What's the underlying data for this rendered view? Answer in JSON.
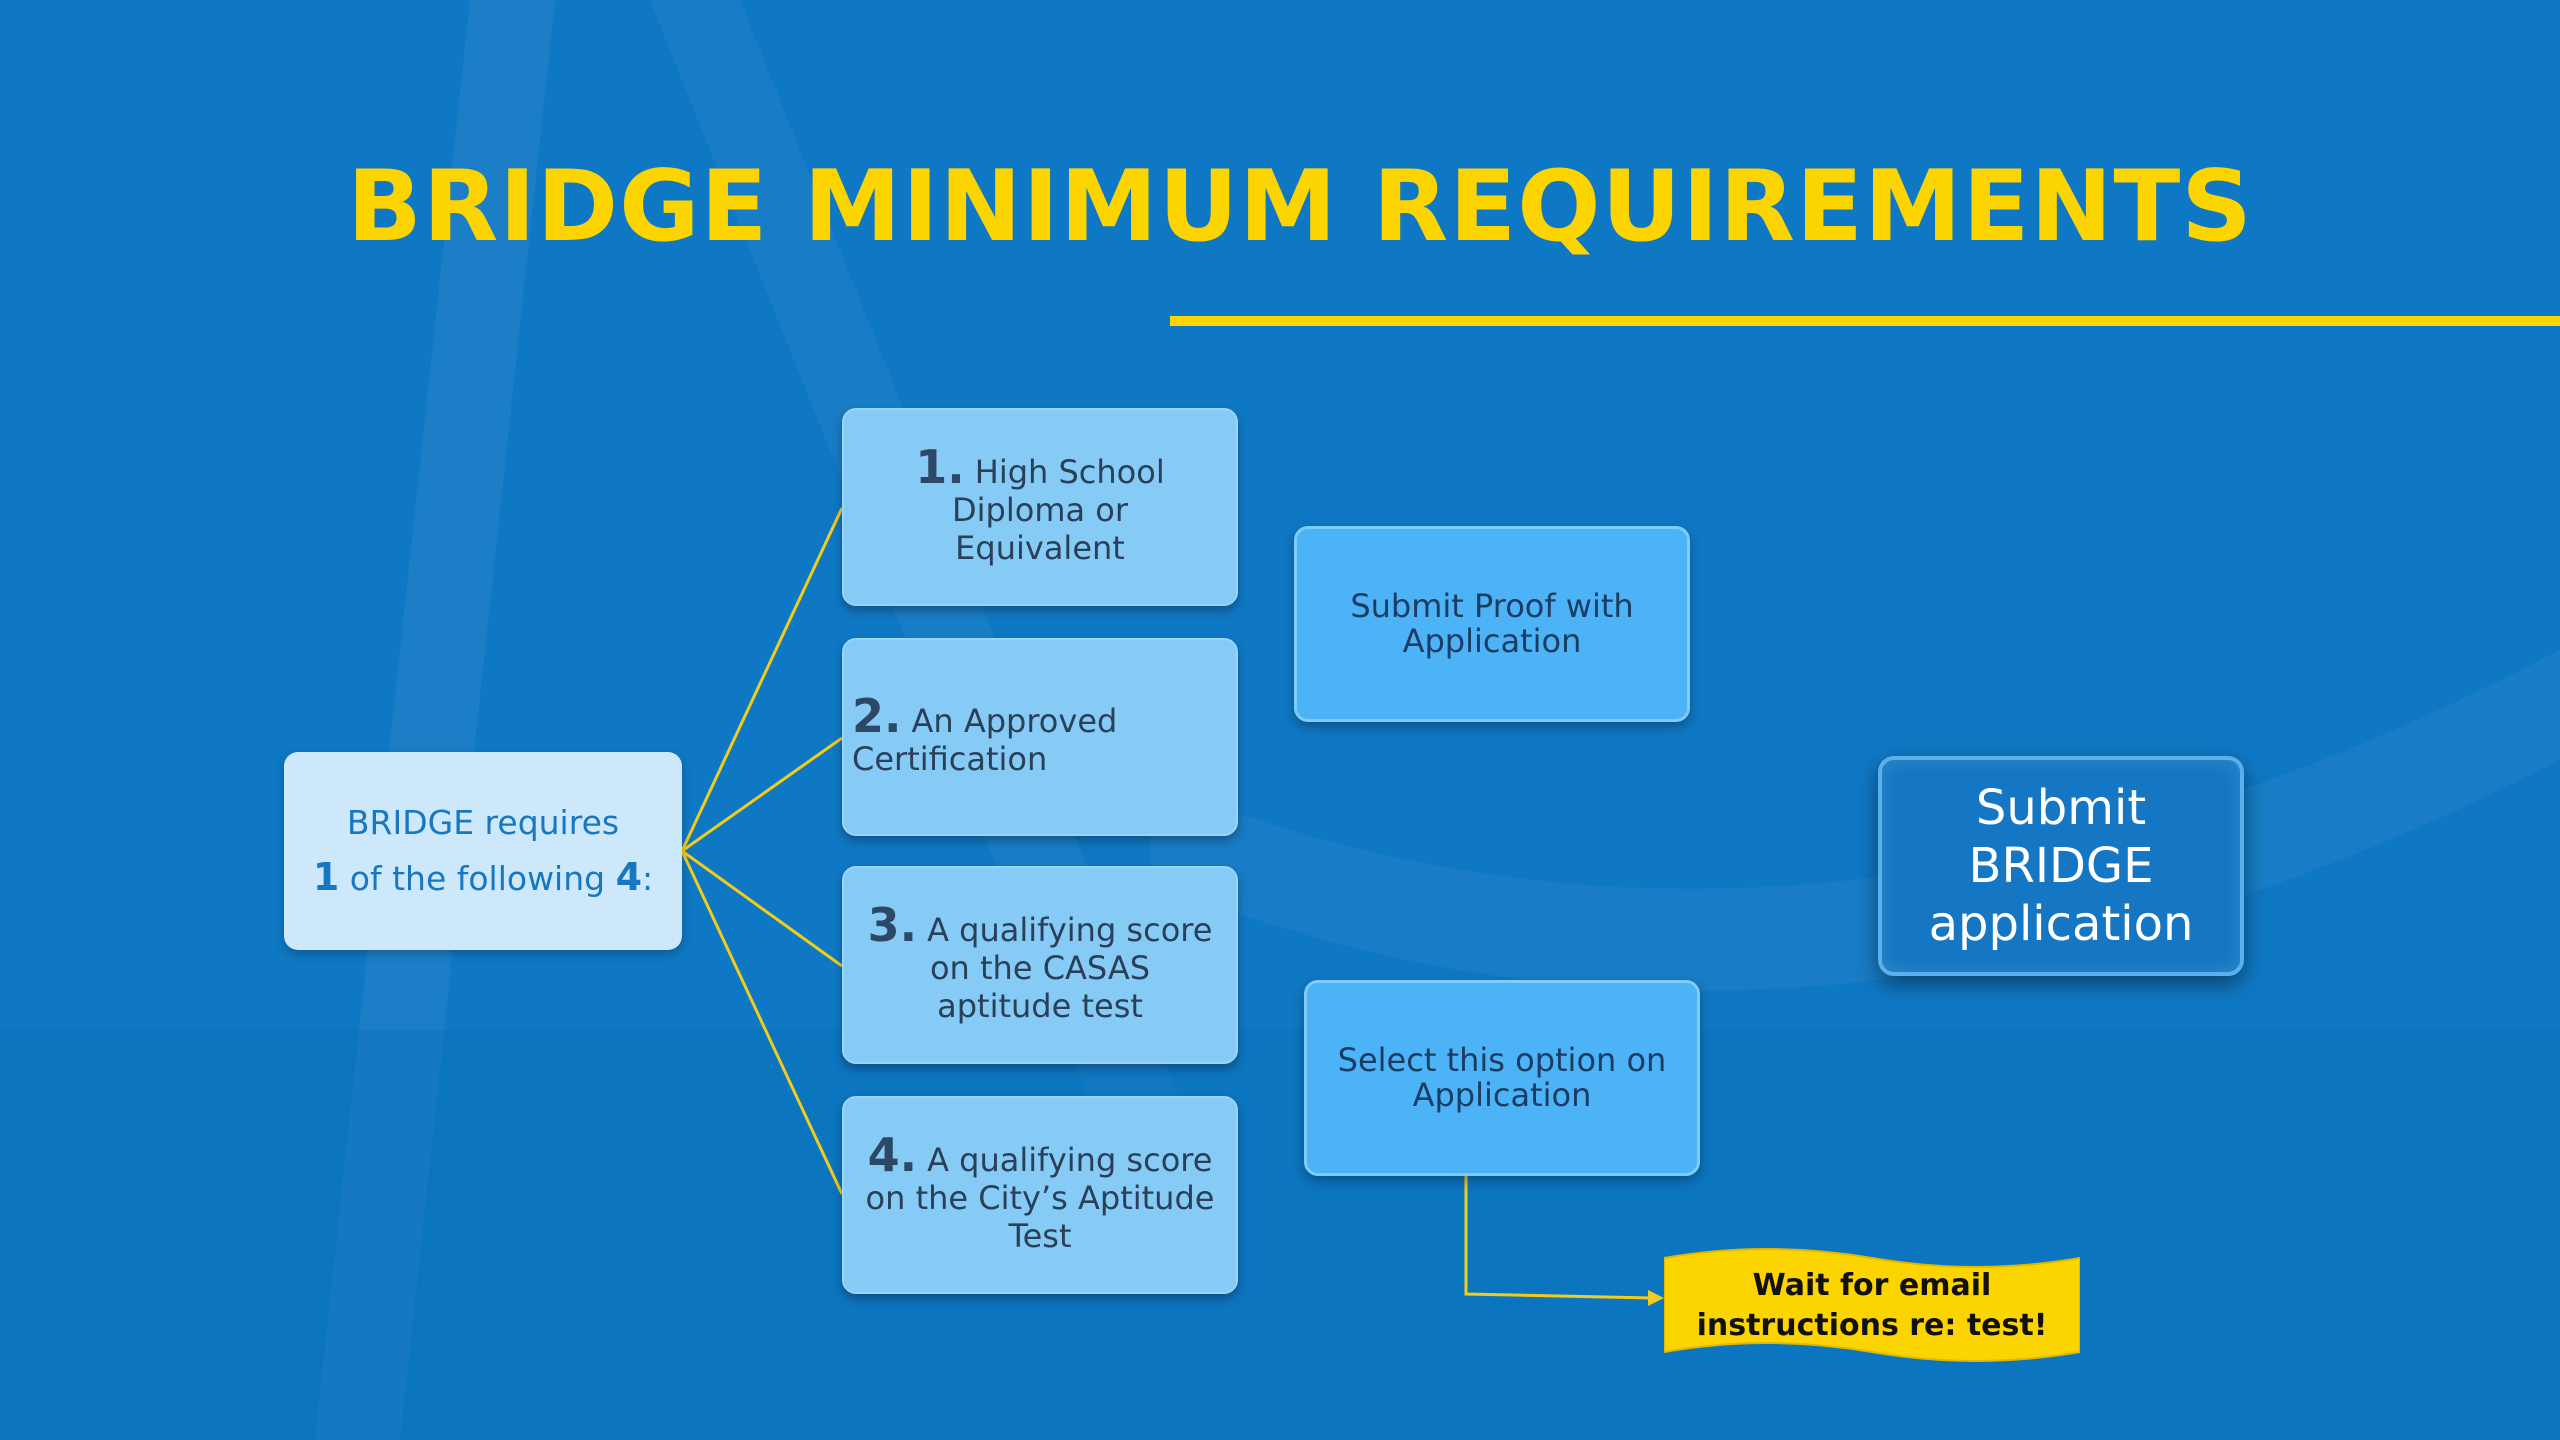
{
  "slide": {
    "title": "BRIDGE MINIMUM REQUIREMENTS",
    "colors": {
      "background": "#0f78c4",
      "accent_yellow": "#fcd400",
      "option_box": "#86cbf6",
      "action_box": "#4bb3f6",
      "start_box": "#cde8fb"
    }
  },
  "diagram": {
    "start": {
      "line1": "BRIDGE requires",
      "num1": "1",
      "middle": " of the following ",
      "num2": "4",
      "end": ":"
    },
    "options": [
      {
        "number": "1.",
        "text": "High School Diploma or Equivalent"
      },
      {
        "number": "2.",
        "text": "An Approved Certification"
      },
      {
        "number": "3.",
        "text": "A qualifying score on the CASAS aptitude test"
      },
      {
        "number": "4.",
        "text": "A qualifying score on the City’s Aptitude Test"
      }
    ],
    "actions": {
      "submit_proof": "Submit Proof with Application",
      "select_option": "Select this option on Application"
    },
    "submit": "Submit BRIDGE application",
    "wait_note": "Wait for email instructions re: test!"
  }
}
